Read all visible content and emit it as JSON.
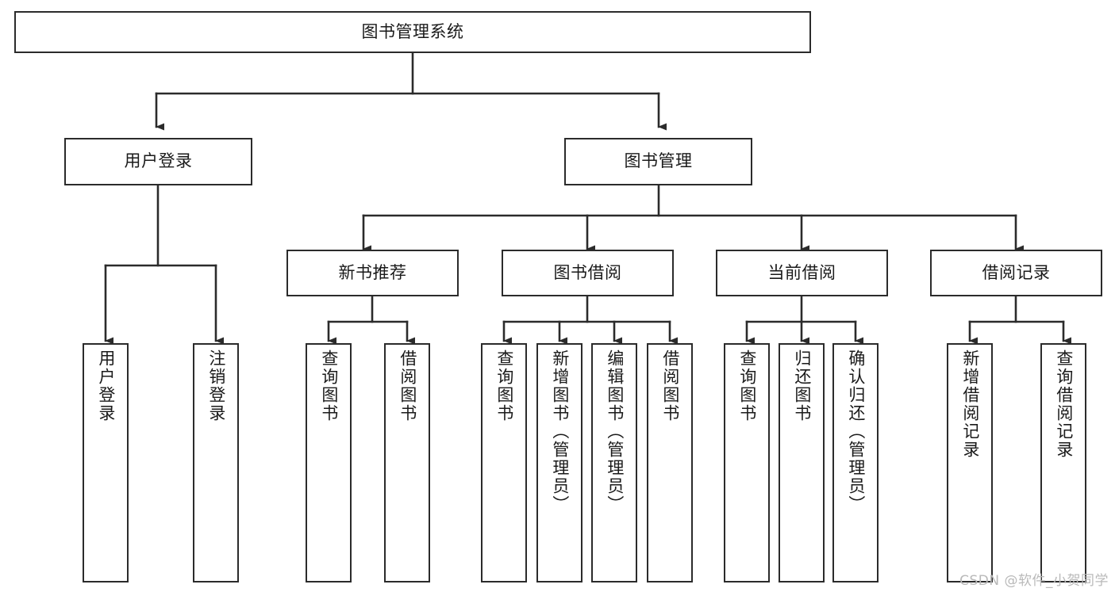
{
  "diagram": {
    "kind": "tree",
    "title": "图书管理系统",
    "watermark": "CSDN @软件_小贺同学",
    "colors": {
      "box_border": "#2b2b2b",
      "box_fill": "#ffffff",
      "edge": "#2b2b2b",
      "text": "#1a1a1a",
      "watermark": "#b9b9b9",
      "background": "#ffffff"
    },
    "nodes": {
      "root": {
        "label": "图书管理系统"
      },
      "level1": [
        {
          "label": "用户登录"
        },
        {
          "label": "图书管理"
        }
      ],
      "level2": [
        {
          "label": "新书推荐"
        },
        {
          "label": "图书借阅"
        },
        {
          "label": "当前借阅"
        },
        {
          "label": "借阅记录"
        }
      ],
      "leaves_user_login": [
        {
          "label": "用户登录"
        },
        {
          "label": "注销登录"
        }
      ],
      "leaves_new_books": [
        {
          "label": "查询图书"
        },
        {
          "label": "借阅图书"
        }
      ],
      "leaves_borrow": [
        {
          "label": "查询图书"
        },
        {
          "label": "新增图书（管理员）"
        },
        {
          "label": "编辑图书（管理员）"
        },
        {
          "label": "借阅图书"
        }
      ],
      "leaves_current": [
        {
          "label": "查询图书"
        },
        {
          "label": "归还图书"
        },
        {
          "label": "确认归还（管理员）"
        }
      ],
      "leaves_records": [
        {
          "label": "新增借阅记录"
        },
        {
          "label": "查询借阅记录"
        }
      ]
    }
  }
}
